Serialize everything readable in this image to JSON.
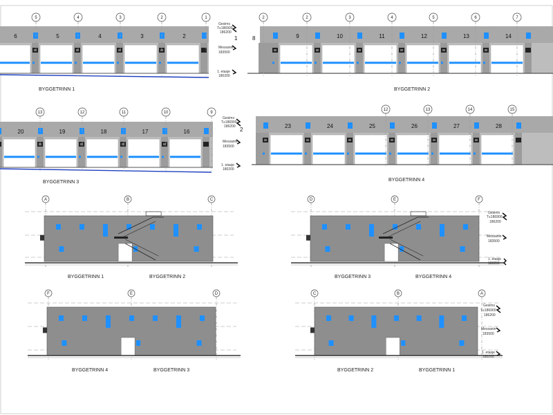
{
  "colors": {
    "wall": "#8e8e8e",
    "wall_light": "#bdbdbd",
    "parapet": "#a9a9a9",
    "door": "#ffffff",
    "window": "#1e90ff",
    "ground": "#555555",
    "ground_blue": "#1f3fbf",
    "line": "#333333",
    "dash": "#9a9a9a",
    "frame": "#cfcfcf"
  },
  "level_labels": {
    "gesims": "Gesims",
    "top_a": "T≤186900",
    "top_b": "186200",
    "messanin": "Messanin",
    "messanin_val": "183500",
    "etasje": "1. etasje",
    "etasje_val": "180200"
  },
  "elev_a": {
    "caption_left": "BYGGETRINN 1",
    "caption_right": "BYGGETRINN 2",
    "badge": "1",
    "badge_right": "8",
    "grids_left": [
      "5",
      "4",
      "3",
      "2",
      "1"
    ],
    "grids_right": [
      "3",
      "4",
      "5",
      "6",
      "7"
    ],
    "grid_first_right": "2",
    "units_left": [
      "6",
      "5",
      "4",
      "3",
      "2"
    ],
    "units_right": [
      "9",
      "10",
      "11",
      "12",
      "13",
      "14"
    ]
  },
  "elev_b": {
    "caption_left": "BYGGETRINN 3",
    "caption_right": "BYGGETRINN 4",
    "badge": "2",
    "grids_left": [
      "13",
      "12",
      "11",
      "10",
      "9"
    ],
    "grids_right": [
      "12",
      "13",
      "14",
      "15"
    ],
    "units_left": [
      "20",
      "19",
      "18",
      "17",
      "16"
    ],
    "units_right": [
      "23",
      "24",
      "25",
      "26",
      "27",
      "28"
    ]
  },
  "gable_row1": {
    "left": {
      "grids": [
        "A",
        "B",
        "C"
      ],
      "captions": [
        "BYGGETRINN 1",
        "BYGGETRINN 2"
      ]
    },
    "right": {
      "grids": [
        "D",
        "E",
        "F"
      ],
      "captions": [
        "BYGGETRINN 3",
        "BYGGETRINN 4"
      ]
    }
  },
  "gable_row2": {
    "left": {
      "grids": [
        "F",
        "E",
        "D"
      ],
      "captions": [
        "BYGGETRINN 4",
        "BYGGETRINN 3"
      ]
    },
    "right": {
      "grids": [
        "C",
        "B",
        "A"
      ],
      "captions": [
        "BYGGETRINN 2",
        "BYGGETRINN 1"
      ]
    }
  }
}
